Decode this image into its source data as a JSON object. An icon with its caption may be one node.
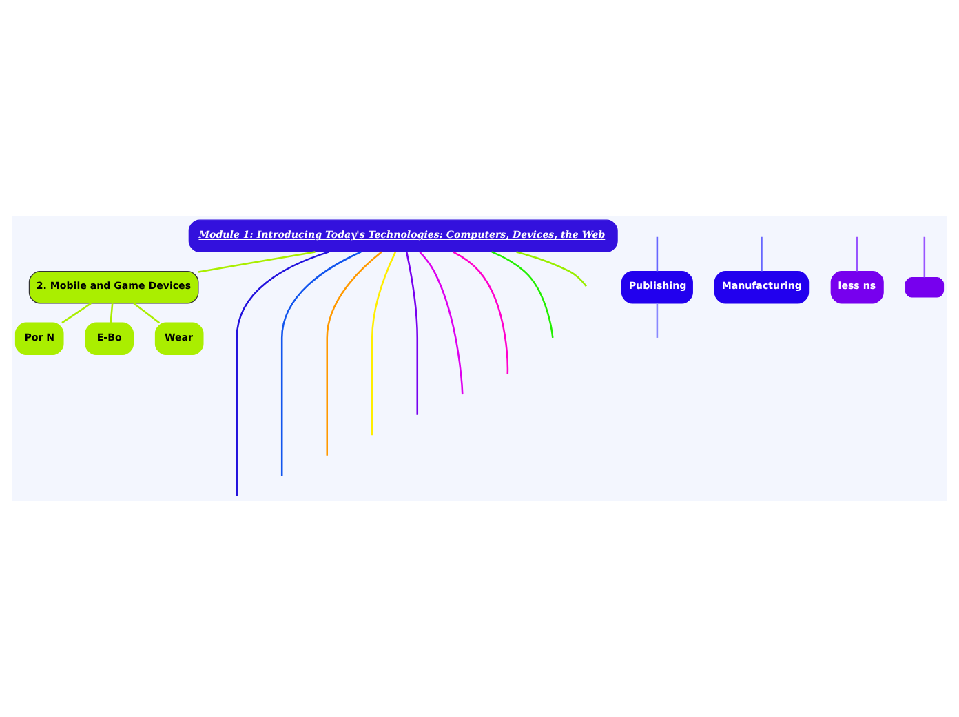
{
  "diagram": {
    "nodes": [
      {
        "text": [
          "Module 1: Introducing Today's Technologies: Computers, Devices, the Web"
        ]
      },
      {
        "text": [
          "Publishing"
        ]
      },
      {
        "text": [
          "Manufacturing"
        ]
      },
      {
        "text": [
          "2. Mobile and Game Devices"
        ]
      },
      {
        "text": [
          "Por N"
        ]
      },
      {
        "text": [
          "E-Bo"
        ]
      },
      {
        "text": [
          "Wear"
        ]
      },
      {
        "text": [
          "less ns"
        ]
      },
      {
        "text": [],
        "shape": "box"
      }
    ],
    "edges": [
      {
        "from": 0,
        "to": 3,
        "arrow": "none",
        "color": "#aaee00"
      },
      {
        "from": 3,
        "to": 4,
        "arrow": "none",
        "color": "#aaee00"
      },
      {
        "from": 3,
        "to": 5,
        "arrow": "none",
        "color": "#aaee00"
      },
      {
        "from": 3,
        "to": 6,
        "arrow": "none",
        "color": "#aaee00"
      },
      {
        "from": null,
        "to": 1,
        "arrow": "none",
        "color": "#6666ff"
      },
      {
        "from": null,
        "to": 2,
        "arrow": "none",
        "color": "#6666ff"
      },
      {
        "from": 1,
        "to": null,
        "arrow": "none",
        "color": "#8888ff"
      },
      {
        "from": null,
        "to": 7,
        "arrow": "none",
        "color": "#9955ff"
      },
      {
        "from": null,
        "to": 8,
        "arrow": "none",
        "color": "#9955ff"
      },
      {
        "from": 0,
        "to": null,
        "arrow": "none",
        "color": "#2211dd"
      },
      {
        "from": 0,
        "to": null,
        "arrow": "none",
        "color": "#1155ee"
      },
      {
        "from": 0,
        "to": null,
        "arrow": "none",
        "color": "#ff9900"
      },
      {
        "from": 0,
        "to": null,
        "arrow": "none",
        "color": "#ffee00"
      },
      {
        "from": 0,
        "to": null,
        "arrow": "none",
        "color": "#7700ee"
      },
      {
        "from": 0,
        "to": null,
        "arrow": "none",
        "color": "#dd00ee"
      },
      {
        "from": 0,
        "to": null,
        "arrow": "none",
        "color": "#ff00cc"
      },
      {
        "from": 0,
        "to": null,
        "arrow": "none",
        "color": "#22ee00"
      },
      {
        "from": 0,
        "to": null,
        "arrow": "none",
        "color": "#99ee00"
      }
    ]
  }
}
